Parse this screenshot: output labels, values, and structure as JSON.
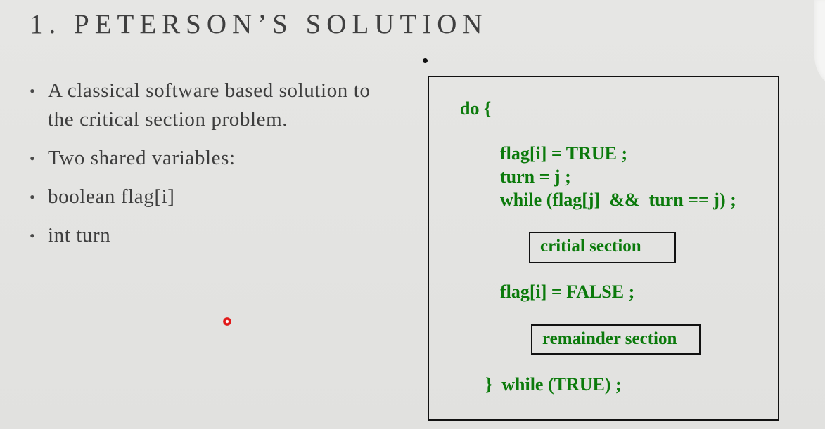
{
  "slide": {
    "title": "1. PETERSON’S SOLUTION",
    "bullets": [
      {
        "text": "A classical software based solution to the critical section problem."
      },
      {
        "text": "Two shared variables:"
      },
      {
        "text": "boolean flag[i]"
      },
      {
        "text": "int turn"
      }
    ],
    "bullet_glyph": "•",
    "code": {
      "lines": [
        "do {",
        "flag[i] = TRUE ;",
        "turn = j ;",
        "while (flag[j]  &&  turn == j) ;",
        "flag[i] = FALSE ;",
        "}  while (TRUE) ;"
      ],
      "critical_label": "critial section",
      "remainder_label": "remainder section"
    }
  },
  "colors": {
    "background": "#e3e3e1",
    "title_text": "#3f3f3f",
    "body_text": "#3e3e3e",
    "code_green": "#0b7a0b",
    "box_border": "#111111",
    "laser_pointer": "#e11818"
  }
}
